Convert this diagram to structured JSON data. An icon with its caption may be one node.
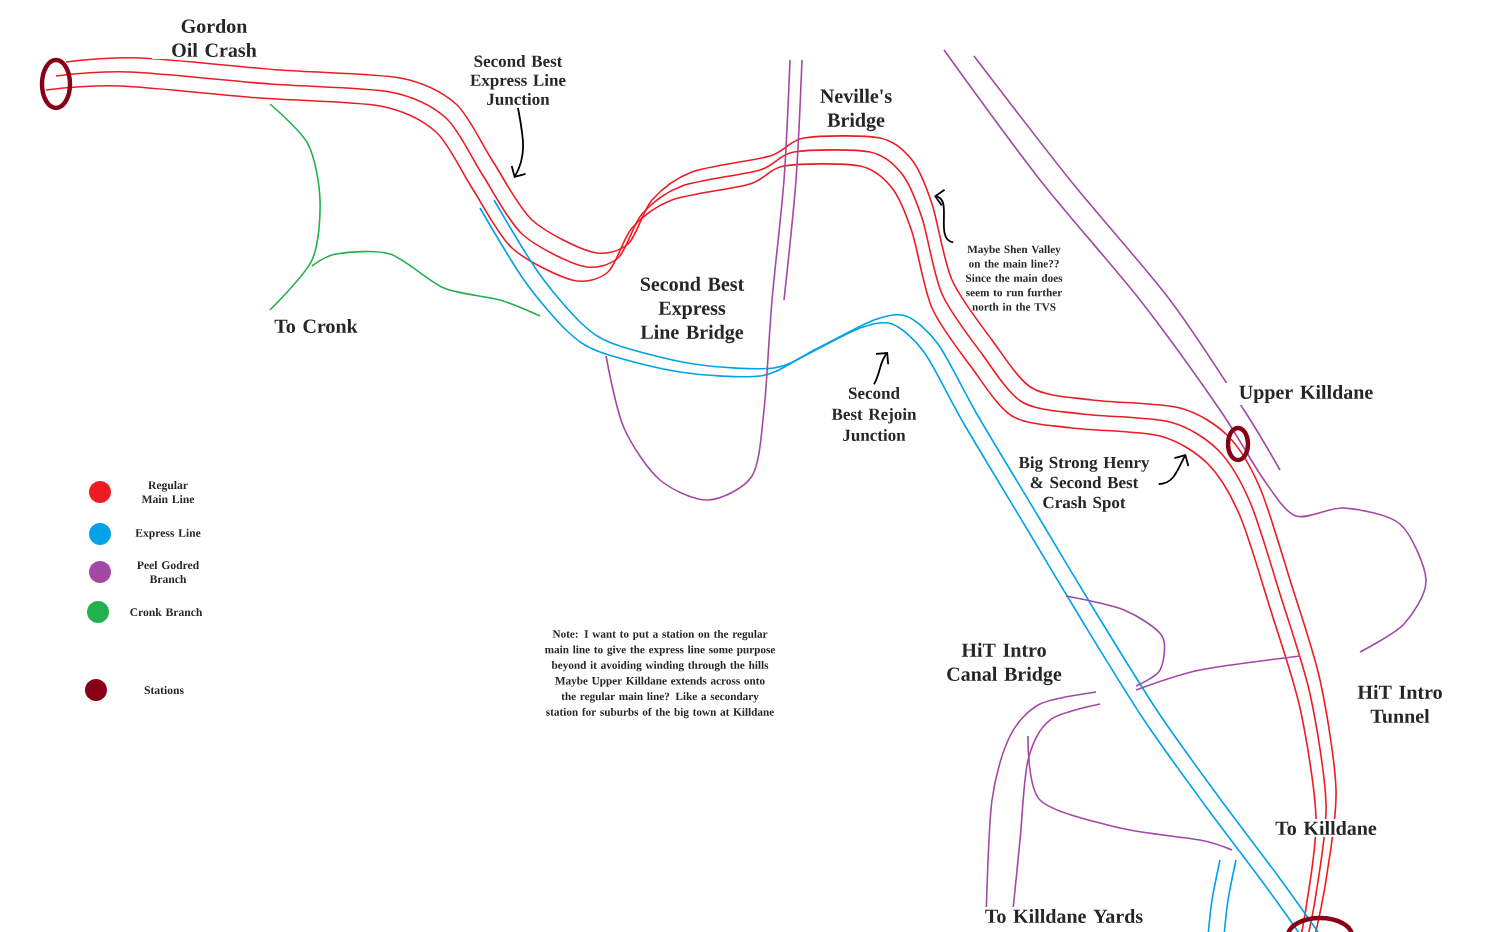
{
  "diagram": {
    "nodes": [
      {
        "text": [
          "Second Best Express Line Junction"
        ]
      },
      {
        "text": [
          "Maybe Shen Valley on the main line?? Since the main does seem to run further north in the TVS"
        ]
      },
      {
        "text": [
          "Second Best Rejoin Junction"
        ]
      },
      {
        "text": [
          "Big Strong Henry & Second Best Crash Spot"
        ]
      }
    ],
    "edges": [
      {
        "from": 0,
        "to": null,
        "arrow": "to"
      },
      {
        "from": 1,
        "to": null,
        "arrow": "to"
      },
      {
        "from": 2,
        "to": null,
        "arrow": "to"
      },
      {
        "from": 3,
        "to": null,
        "arrow": "to"
      }
    ],
    "labels": [
      "Gordon Oil Crash",
      "Neville's Bridge",
      "To Cronk",
      "Second Best Express Line Bridge",
      "Upper Killdane",
      "HiT Intro Canal Bridge",
      "HiT Intro Tunnel",
      "Note: I want to put a station on the regular main line to give the express line some purpose beyond it avoiding winding through the hills Maybe Upper Killdane extends across onto the regular main line? Like a secondary station for suburbs of the big town at Killdane",
      "To Killdane",
      "To Killdane Yards"
    ],
    "legend": [
      {
        "text": "Regular Main Line",
        "color": "#ed1c24"
      },
      {
        "text": "Express Line",
        "color": "#00a2e8"
      },
      {
        "text": "Peel Godred Branch",
        "color": "#a349a4"
      },
      {
        "text": "Cronk Branch",
        "color": "#22b14c"
      },
      {
        "text": "Stations",
        "color": "#880015"
      }
    ]
  }
}
